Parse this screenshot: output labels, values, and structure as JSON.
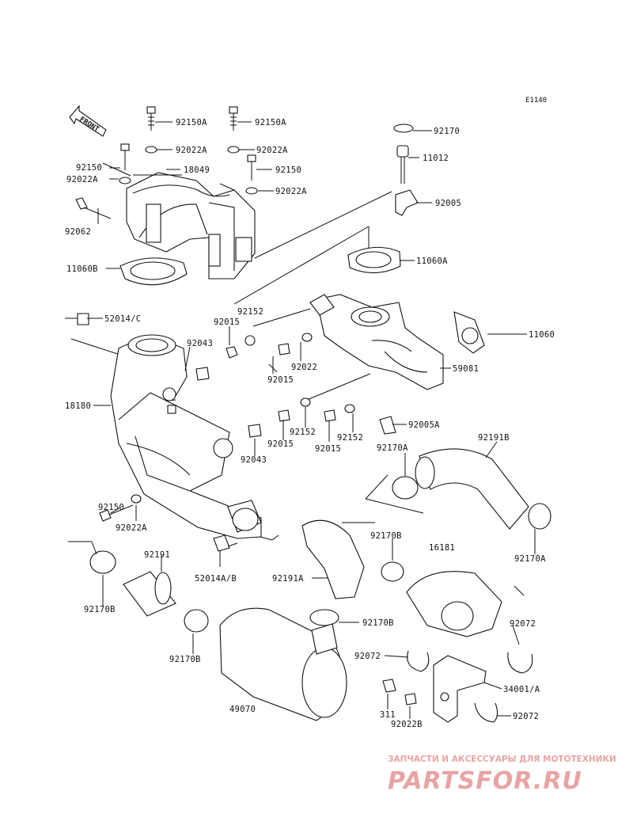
{
  "diagram_code": "E1140",
  "front_indicator": "FRONT",
  "watermark": {
    "line1": "ЗАПЧАСТИ И АКСЕССУАРЫ ДЛЯ МОТОТЕХНИКИ",
    "line2": "PARTSFOR.RU",
    "color": "#e8a3a3"
  },
  "labels": [
    "92150A",
    "92150A",
    "92022A",
    "92022A",
    "92150",
    "92022A",
    "18049",
    "92150",
    "92022A",
    "92062",
    "92170",
    "11012",
    "92005",
    "11060B",
    "11060A",
    "52014/C",
    "92152",
    "92015",
    "92043",
    "92022",
    "92015",
    "11060",
    "59081",
    "18180",
    "92152",
    "92015",
    "92152",
    "92015",
    "92005A",
    "92043",
    "92191B",
    "92170A",
    "92150",
    "92022A",
    "52014A/B",
    "92170B",
    "16181",
    "92191",
    "92191A",
    "92170A",
    "92170B",
    "92170B",
    "92072",
    "92072",
    "92170B",
    "34001/A",
    "49070",
    "311",
    "92022B",
    "92072"
  ]
}
